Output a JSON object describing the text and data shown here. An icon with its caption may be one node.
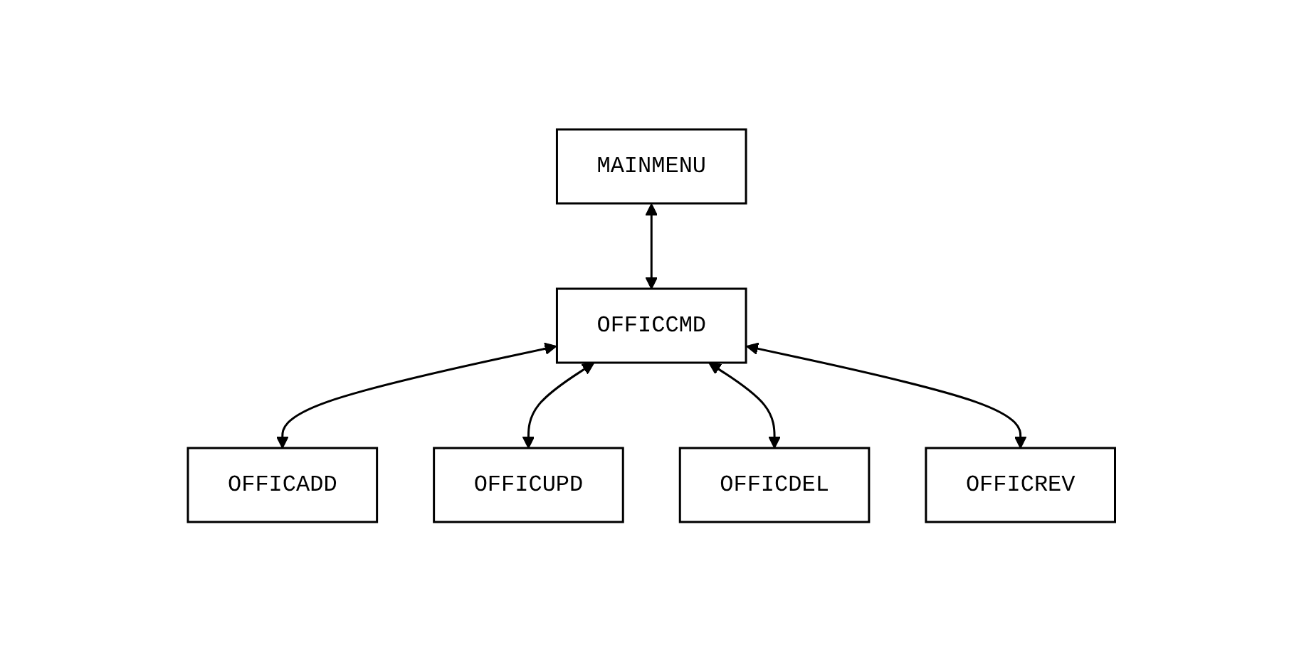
{
  "diagram": {
    "nodes": [
      {
        "text": [
          "MAINMENU"
        ]
      },
      {
        "text": [
          "OFFICCMD"
        ]
      },
      {
        "text": [
          "OFFICADD"
        ]
      },
      {
        "text": [
          "OFFICUPD"
        ]
      },
      {
        "text": [
          "OFFICDEL"
        ]
      },
      {
        "text": [
          "OFFICREV"
        ]
      }
    ],
    "edges": [
      {
        "from": 0,
        "to": 1,
        "arrow": "both"
      },
      {
        "from": 1,
        "to": 2,
        "arrow": "both"
      },
      {
        "from": 1,
        "to": 3,
        "arrow": "both"
      },
      {
        "from": 1,
        "to": 4,
        "arrow": "both"
      },
      {
        "from": 1,
        "to": 5,
        "arrow": "both"
      }
    ]
  }
}
